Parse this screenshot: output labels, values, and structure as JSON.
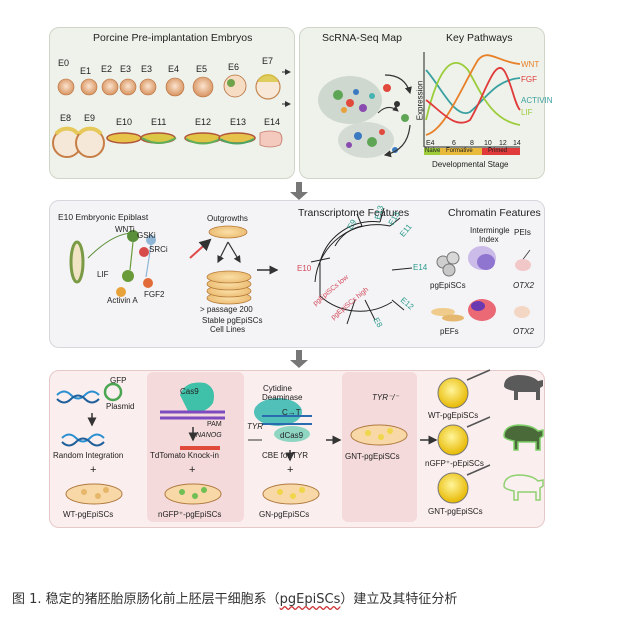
{
  "top": {
    "title": "Porcine Pre-implantation Embryos",
    "stages_row1": [
      "E0",
      "E1",
      "E2",
      "E3",
      "E3",
      "E4",
      "E5",
      "E6",
      "E7"
    ],
    "stages_row2": [
      "E8",
      "E9",
      "E10",
      "E11",
      "E12",
      "E13",
      "E14"
    ],
    "scrna_title": "ScRNA-Seq Map",
    "pathways_title": "Key Pathways",
    "pathways": [
      "WNT",
      "FGF",
      "ACTIVIN",
      "LIF"
    ],
    "y_label": "Expression",
    "x_ticks": [
      "E4",
      "6",
      "8",
      "10",
      "12",
      "14"
    ],
    "phases": [
      "Naive",
      "Formative",
      "Primed"
    ],
    "x_label": "Developmental Stage",
    "colors": {
      "WNT": "#e8802a",
      "FGF": "#e03a3a",
      "ACTIVIN": "#3aa0a0",
      "LIF": "#9ccc3a"
    }
  },
  "mid": {
    "epiblast_label": "E10 Embryonic Epiblast",
    "factors": [
      "WNTi",
      "GSKi",
      "SRCi",
      "LIF",
      "Activin A",
      "FGF2"
    ],
    "outgrowths": "Outgrowths",
    "passage": "> passage 200",
    "stable_line1": "Stable pgEpiSCs",
    "stable_line2": "Cell Lines",
    "transcriptome_title": "Transcriptome Features",
    "tree_labels": [
      "E9",
      "E13",
      "E13",
      "E11",
      "E14",
      "E12",
      "E8",
      "E10",
      "pgEpiSCs low",
      "pgEpiSCs high"
    ],
    "chromatin_title": "Chromatin Features",
    "intermingle_line1": "Intermingle",
    "intermingle_line2": "Index",
    "peis": "PEIs",
    "row_labels": [
      "pgEpiSCs",
      "pEFs"
    ],
    "gene": "OTX2"
  },
  "bottom": {
    "gfp": "GFP",
    "plasmid": "Plasmid",
    "random_integration": "Random Integration",
    "wt": "WT-pgEpiSCs",
    "cas9": "Cas9",
    "pam": "PAM",
    "nanog": "NANOG",
    "tdtomato": "TdTomato Knock-in",
    "ngfp": "nGFP⁺-pgEpiSCs",
    "cytidine_line1": "Cytidine",
    "cytidine_line2": "Deaminase",
    "ct": "C→T",
    "tyr": "TYR",
    "dcas9": "dCas9",
    "cbe": "CBE for TYR",
    "gn": "GN-pgEpiSCs",
    "tyr_ko": "TYR⁻/⁻",
    "gnt": "GNT-pgEpiSCs",
    "outputs": [
      "WT-pgEpiSCs",
      "nGFP⁺-pEpiSCs",
      "GNT-pgEpiSCs"
    ],
    "plus": "+"
  },
  "caption": {
    "prefix": "图 1. 稳定的猪胚胎原肠化前上胚层干细胞系（",
    "abbr": "pgEpiSCs",
    "suffix": "）建立及其特征分析"
  }
}
